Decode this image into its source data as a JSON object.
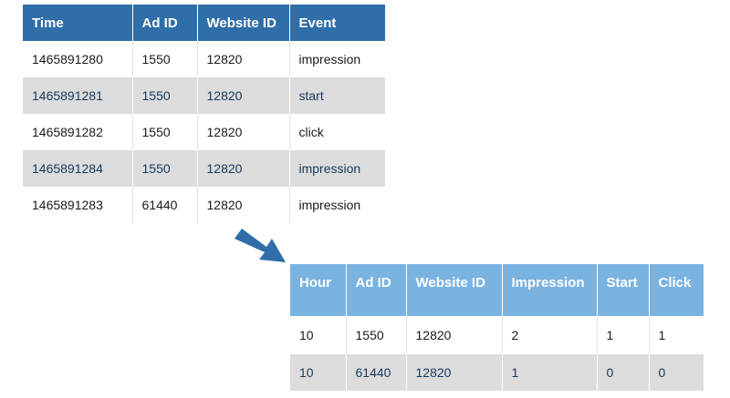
{
  "raw_table": {
    "columns": [
      "Time",
      "Ad ID",
      "Website ID",
      "Event"
    ],
    "rows": [
      [
        "1465891280",
        "1550",
        "12820",
        "impression"
      ],
      [
        "1465891281",
        "1550",
        "12820",
        "start"
      ],
      [
        "1465891282",
        "1550",
        "12820",
        "click"
      ],
      [
        "1465891284",
        "1550",
        "12820",
        "impression"
      ],
      [
        "1465891283",
        "61440",
        "12820",
        "impression"
      ]
    ]
  },
  "aggregated_table": {
    "columns": [
      "Hour",
      "Ad ID",
      "Website ID",
      "Impression",
      "Start",
      "Click"
    ],
    "rows": [
      [
        "10",
        "1550",
        "12820",
        "2",
        "1",
        "1"
      ],
      [
        "10",
        "61440",
        "12820",
        "1",
        "0",
        "0"
      ]
    ]
  },
  "arrow": {
    "icon": "arrow-down-right-icon",
    "color": "#2f6ea8"
  },
  "colors": {
    "raw_header": "#2f6ea8",
    "agg_header": "#7bb3e0",
    "stripe": "#dcdcdc"
  }
}
